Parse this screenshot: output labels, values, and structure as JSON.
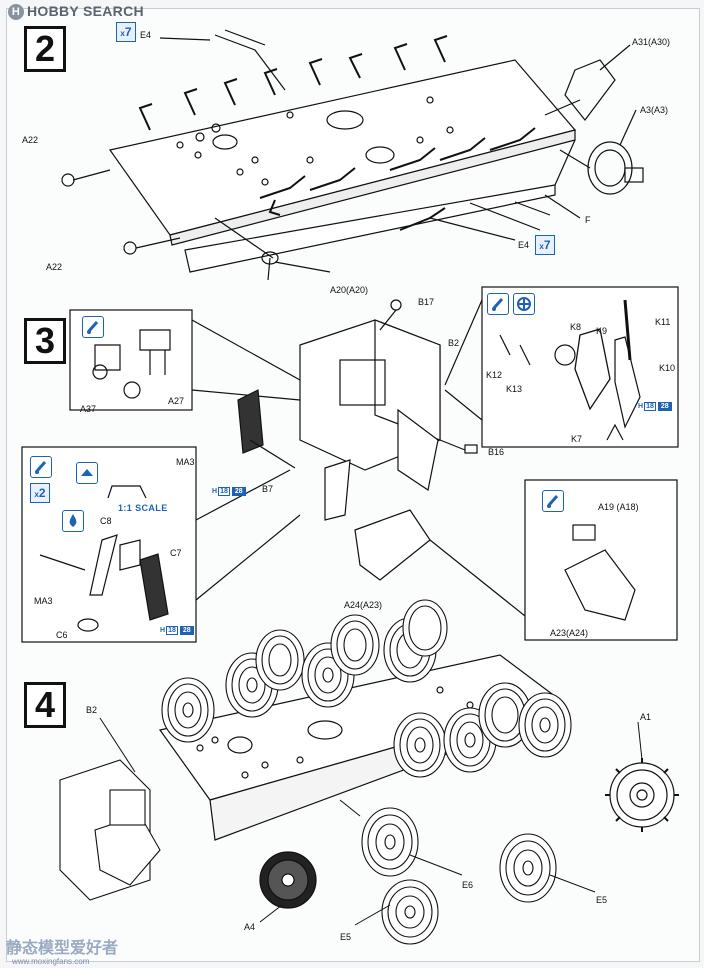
{
  "header": {
    "brand": "HOBBY SEARCH"
  },
  "steps": {
    "step2": "2",
    "step3": "3",
    "step4": "4"
  },
  "step2": {
    "labels": {
      "e4_top": "E4",
      "a31": "A31(A30)",
      "a3": "A3(A3)",
      "a22_top": "A22",
      "f": "F",
      "e4_bottom": "E4",
      "a22_bottom": "A22",
      "a20": "A20(A20)"
    },
    "multiplier_top": "7",
    "multiplier_bottom": "7"
  },
  "step3": {
    "labels": {
      "b17": "B17",
      "b2": "B2",
      "a37": "A37",
      "a27": "A27",
      "b7": "B7",
      "b16": "B16",
      "ma3_top": "MA3",
      "scale": "1:1 SCALE",
      "c8": "C8",
      "c7": "C7",
      "ma3_left": "MA3",
      "c6": "C6",
      "a24": "A24(A23)",
      "a19": "A19 (A18)",
      "a23": "A23(A24)",
      "k8": "K8",
      "k9": "K9",
      "k11": "K11",
      "k12": "K12",
      "k13": "K13",
      "k10": "K10",
      "k7": "K7"
    },
    "multiplier_c": "2",
    "color_codes": {
      "b7": {
        "h": "H",
        "a": "18",
        "b": "28"
      },
      "c7": {
        "h": "H",
        "a": "18",
        "b": "28"
      },
      "k10": {
        "h": "H",
        "a": "18",
        "b": "28"
      }
    }
  },
  "step4": {
    "labels": {
      "b2": "B2",
      "a1": "A1",
      "e6": "E6",
      "e5_right": "E5",
      "a4": "A4",
      "e5_bottom": "E5"
    }
  },
  "footer": {
    "watermark": "静态模型爱好者",
    "url": "www.moxingfans.com"
  },
  "icons": [
    "glue-icon",
    "remove-icon",
    "times-multiplier-icon",
    "scale-icon"
  ]
}
